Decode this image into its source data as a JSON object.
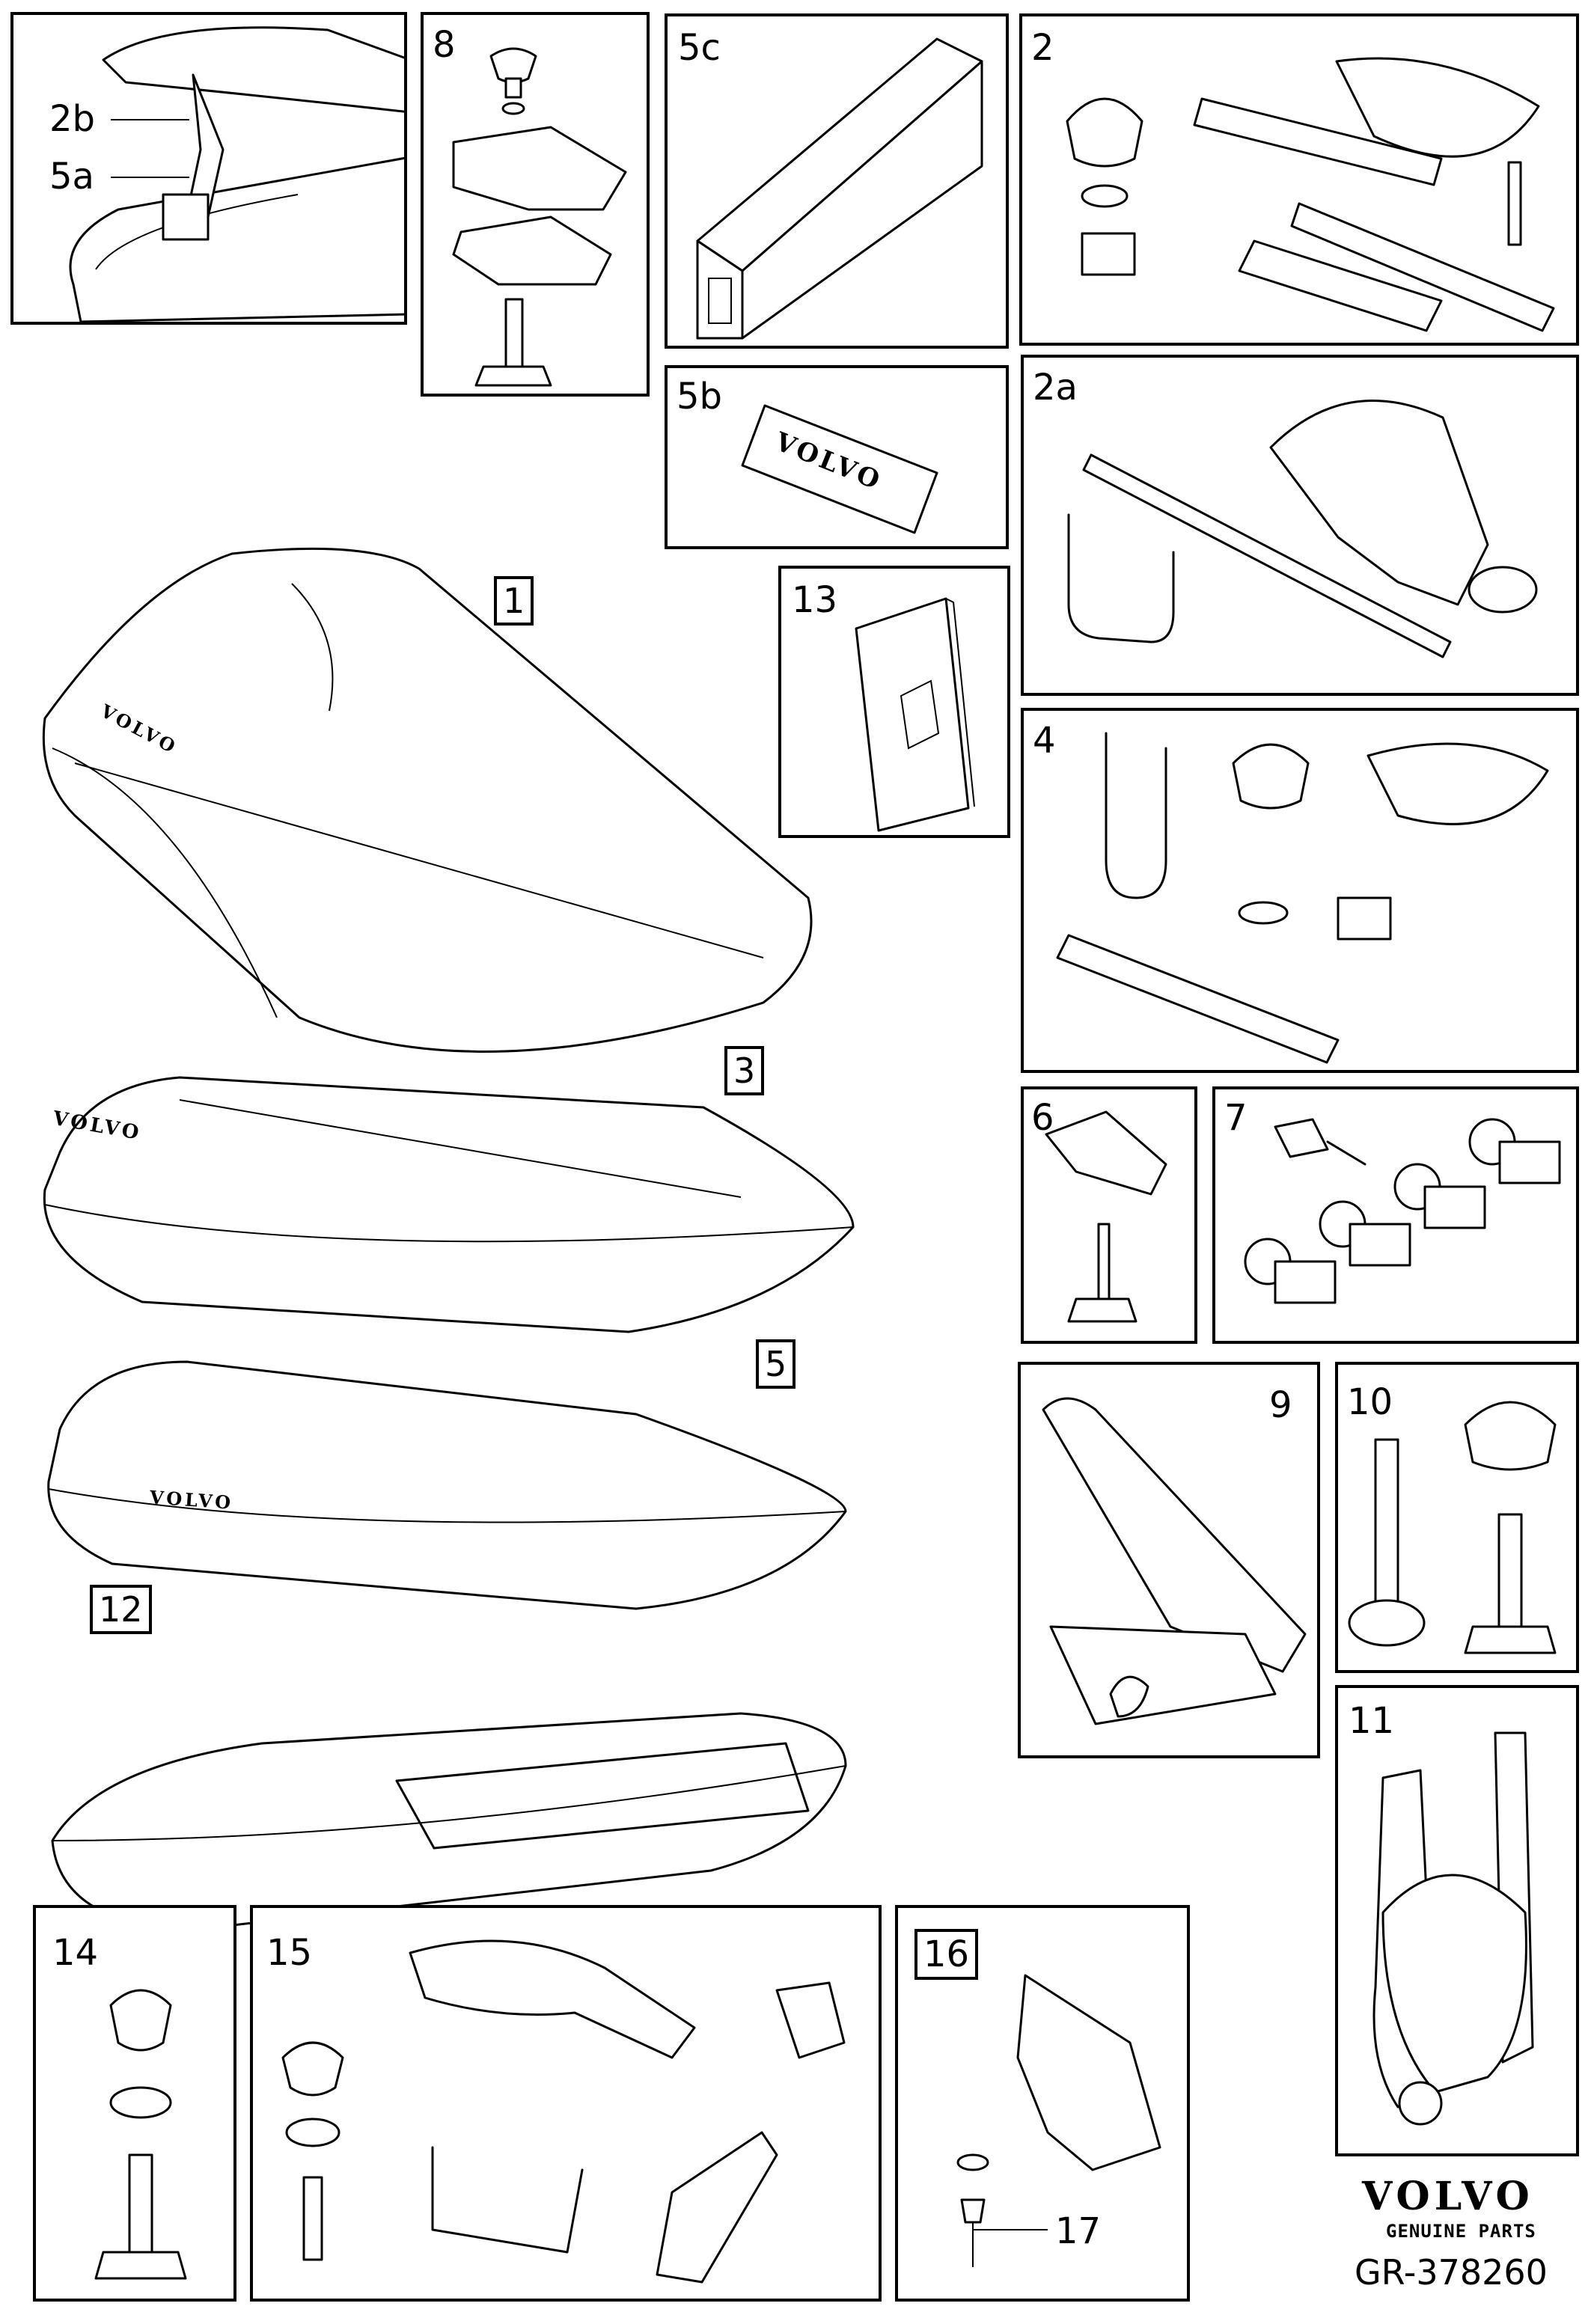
{
  "panels": {
    "p2b5a": {
      "labels": [
        "2b",
        "5a"
      ]
    },
    "p8": {
      "label": "8"
    },
    "p5c": {
      "label": "5c"
    },
    "p2": {
      "label": "2"
    },
    "p5b": {
      "label": "5b",
      "brand": "VOLVO"
    },
    "p2a": {
      "label": "2a"
    },
    "p13": {
      "label": "13"
    },
    "p4": {
      "label": "4"
    },
    "p6": {
      "label": "6"
    },
    "p7": {
      "label": "7"
    },
    "p9": {
      "label": "9"
    },
    "p10": {
      "label": "10"
    },
    "p11": {
      "label": "11"
    },
    "p14": {
      "label": "14"
    },
    "p15": {
      "label": "15"
    },
    "p16": {
      "label": "16",
      "callout": "17"
    }
  },
  "boxes": {
    "b1": {
      "callout": "1",
      "brand": "VOLVO"
    },
    "b3": {
      "callout": "3",
      "brand": "VOLVO"
    },
    "b5": {
      "callout": "5",
      "brand": "VOLVO"
    },
    "b12": {
      "callout": "12"
    }
  },
  "footer": {
    "brand": "VOLVO",
    "tagline": "GENUINE PARTS",
    "code": "GR-378260"
  },
  "icons": [
    "t-knob-icon",
    "washer-icon",
    "strap-icon",
    "bolt-icon",
    "u-bolt-icon",
    "lock-cylinder-icon",
    "key-icon",
    "bracket-icon",
    "booklet-icon",
    "rail-profile-icon"
  ]
}
